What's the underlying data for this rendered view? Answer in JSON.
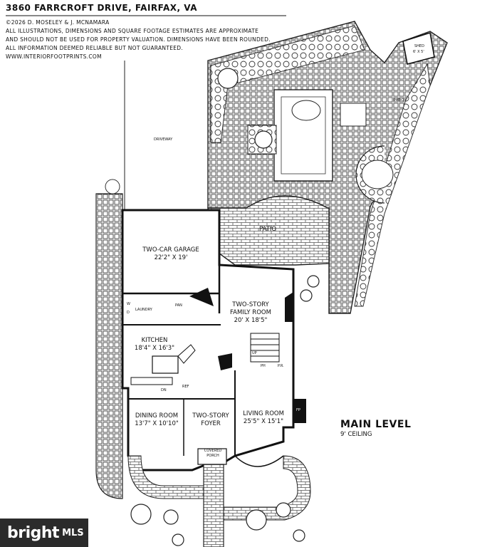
{
  "header": {
    "title": "3860 FARRCROFT DRIVE, FAIRFAX, VA",
    "lines": [
      "©2026 D. MOSELEY  & J. MCNAMARA",
      "ALL ILLUSTRATIONS, DIMENSIONS AND SQUARE FOOTAGE ESTIMATES ARE APPROXIMATE",
      "AND  SHOULD NOT BE USED FOR PROPERTY VALUATION. DIMENSIONS HAVE BEEN ROUNDED.",
      "ALL INFORMATION DEEMED RELIABLE BUT NOT GUARANTEED.",
      "WWW.INTERIORFOOTPRINTS.COM"
    ]
  },
  "labels": {
    "driveway": "DRIVEWAY",
    "shed_name": "SHED",
    "shed_dim": "6' X 5'",
    "patio_top": "PATIO",
    "patio_main": "PATIO",
    "garage_name": "TWO-CAR GARAGE",
    "garage_dim": "22'2\" X 19'",
    "family_name1": "TWO-STORY",
    "family_name2": "FAMILY ROOM",
    "family_dim": "20' X 18'5\"",
    "kitchen_name": "KITCHEN",
    "kitchen_dim": "18'4\" X 16'3\"",
    "laundry": "LAUNDRY",
    "pan": "PAN",
    "dining_name": "DINING ROOM",
    "dining_dim": "13'7\" X 10'10\"",
    "foyer_name1": "TWO-STORY",
    "foyer_name2": "FOYER",
    "living_name": "LIVING ROOM",
    "living_dim": "25'5\" X 15'1\"",
    "porch1": "COVERED",
    "porch2": "PORCH",
    "pr": "P.R.",
    "fp": "FP",
    "up": "UP",
    "dn": "DN",
    "ref": "REF",
    "w": "W",
    "d": "D",
    "ph": "PH",
    "level": "MAIN LEVEL",
    "ceiling": "9' CEILING"
  },
  "watermark": {
    "brand": "bright",
    "suffix": "MLS"
  }
}
